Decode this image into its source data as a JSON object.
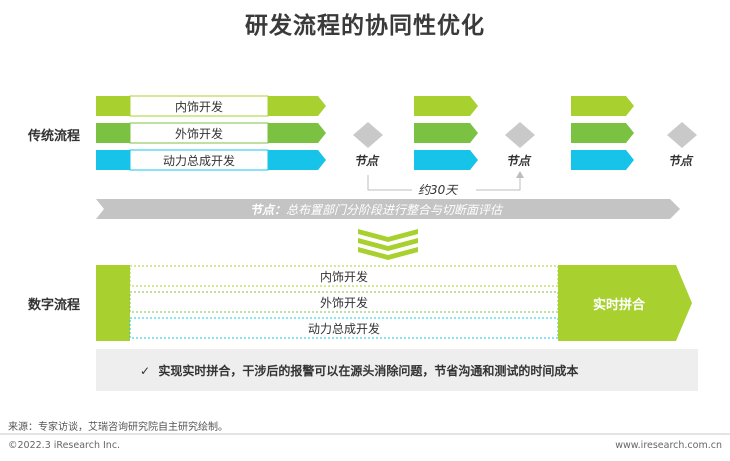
{
  "title": "研发流程的协同性优化",
  "traditional": {
    "label": "传统流程",
    "bars": [
      "内饰开发",
      "外饰开发",
      "动力总成开发"
    ],
    "node_label": "节点",
    "duration": "约30天"
  },
  "node_banner": {
    "prefix": "节点：",
    "text": "总布置部门分阶段进行整合与切断面评估"
  },
  "digital": {
    "label": "数字流程",
    "bars": [
      "内饰开发",
      "外饰开发",
      "动力总成开发"
    ],
    "merge_label": "实时拼合"
  },
  "summary": {
    "check": "✓",
    "text": "实现实时拼合，干涉后的报警可以在源头消除问题，节省沟通和测试的时间成本"
  },
  "source": "来源：专家访谈，艾瑞咨询研究院自主研究绘制。",
  "copyright": "©2022.3 iResearch Inc.",
  "website": "www.iresearch.com.cn",
  "colors": {
    "light_green": "#a8d12f",
    "mid_green": "#7cc242",
    "cyan": "#18c3ea",
    "gray": "#bdbdbd",
    "diamond": "#c9c9c9"
  }
}
